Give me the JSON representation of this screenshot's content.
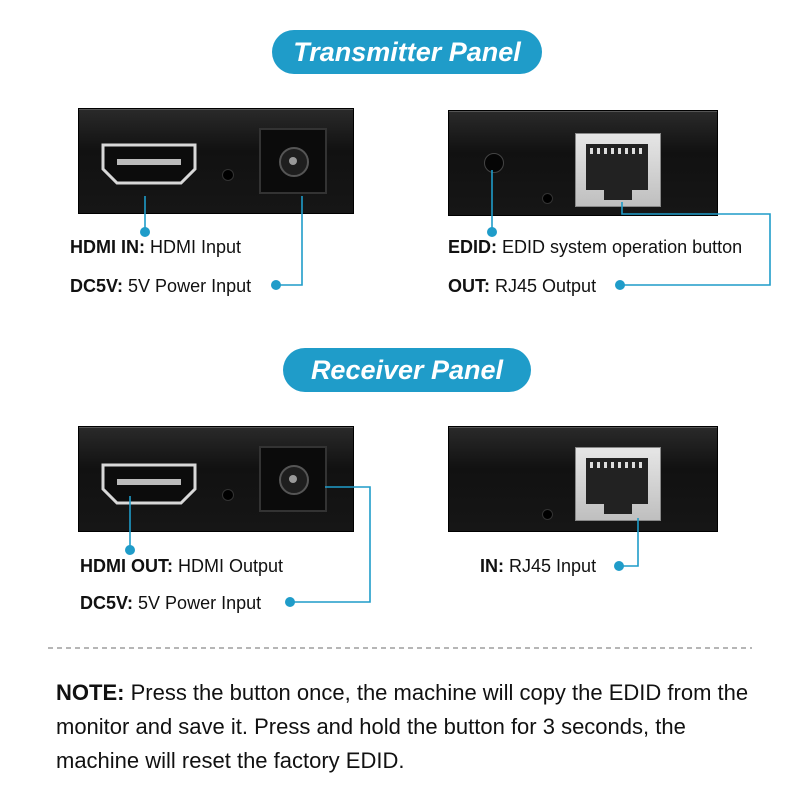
{
  "colors": {
    "accent": "#1f9cc9",
    "device": "#151515",
    "text": "#111111"
  },
  "transmitter": {
    "title": "Transmitter Panel",
    "labels": [
      {
        "key": "HDMI IN:",
        "desc": "HDMI Input"
      },
      {
        "key": "DC5V:",
        "desc": "5V Power Input"
      },
      {
        "key": "EDID:",
        "desc": "EDID system operation button"
      },
      {
        "key": "OUT:",
        "desc": "RJ45 Output"
      }
    ]
  },
  "receiver": {
    "title": "Receiver Panel",
    "labels": [
      {
        "key": "HDMI OUT:",
        "desc": "HDMI Output"
      },
      {
        "key": "DC5V:",
        "desc": "5V Power Input"
      },
      {
        "key": "IN:",
        "desc": "RJ45 Input"
      }
    ]
  },
  "note": {
    "key": "NOTE:",
    "text": "Press the button once, the machine will copy the EDID from the monitor and save it. Press and hold the button for 3 seconds, the machine will reset the factory EDID."
  },
  "icons": [
    "hdmi-port-icon",
    "dc-jack-icon",
    "rj45-port-icon",
    "edid-button-icon",
    "led-dot-icon"
  ]
}
